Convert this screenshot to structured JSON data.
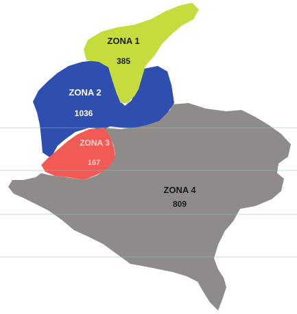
{
  "map": {
    "zones": [
      {
        "id": "zona-1",
        "name": "ZONA 1",
        "value": "385",
        "fill": "#c6dc3c",
        "text_color": "#1a1a1a"
      },
      {
        "id": "zona-2",
        "name": "ZONA 2",
        "value": "1036",
        "fill": "#2f4fb0",
        "text_color": "#ffffff"
      },
      {
        "id": "zona-3",
        "name": "ZONA 3",
        "value": "167",
        "fill": "#f25a55",
        "text_color": "#ffd3d0"
      },
      {
        "id": "zona-4",
        "name": "ZONA 4",
        "value": "809",
        "fill": "#8f8b8b",
        "text_color": "#1a1a1a"
      }
    ]
  }
}
